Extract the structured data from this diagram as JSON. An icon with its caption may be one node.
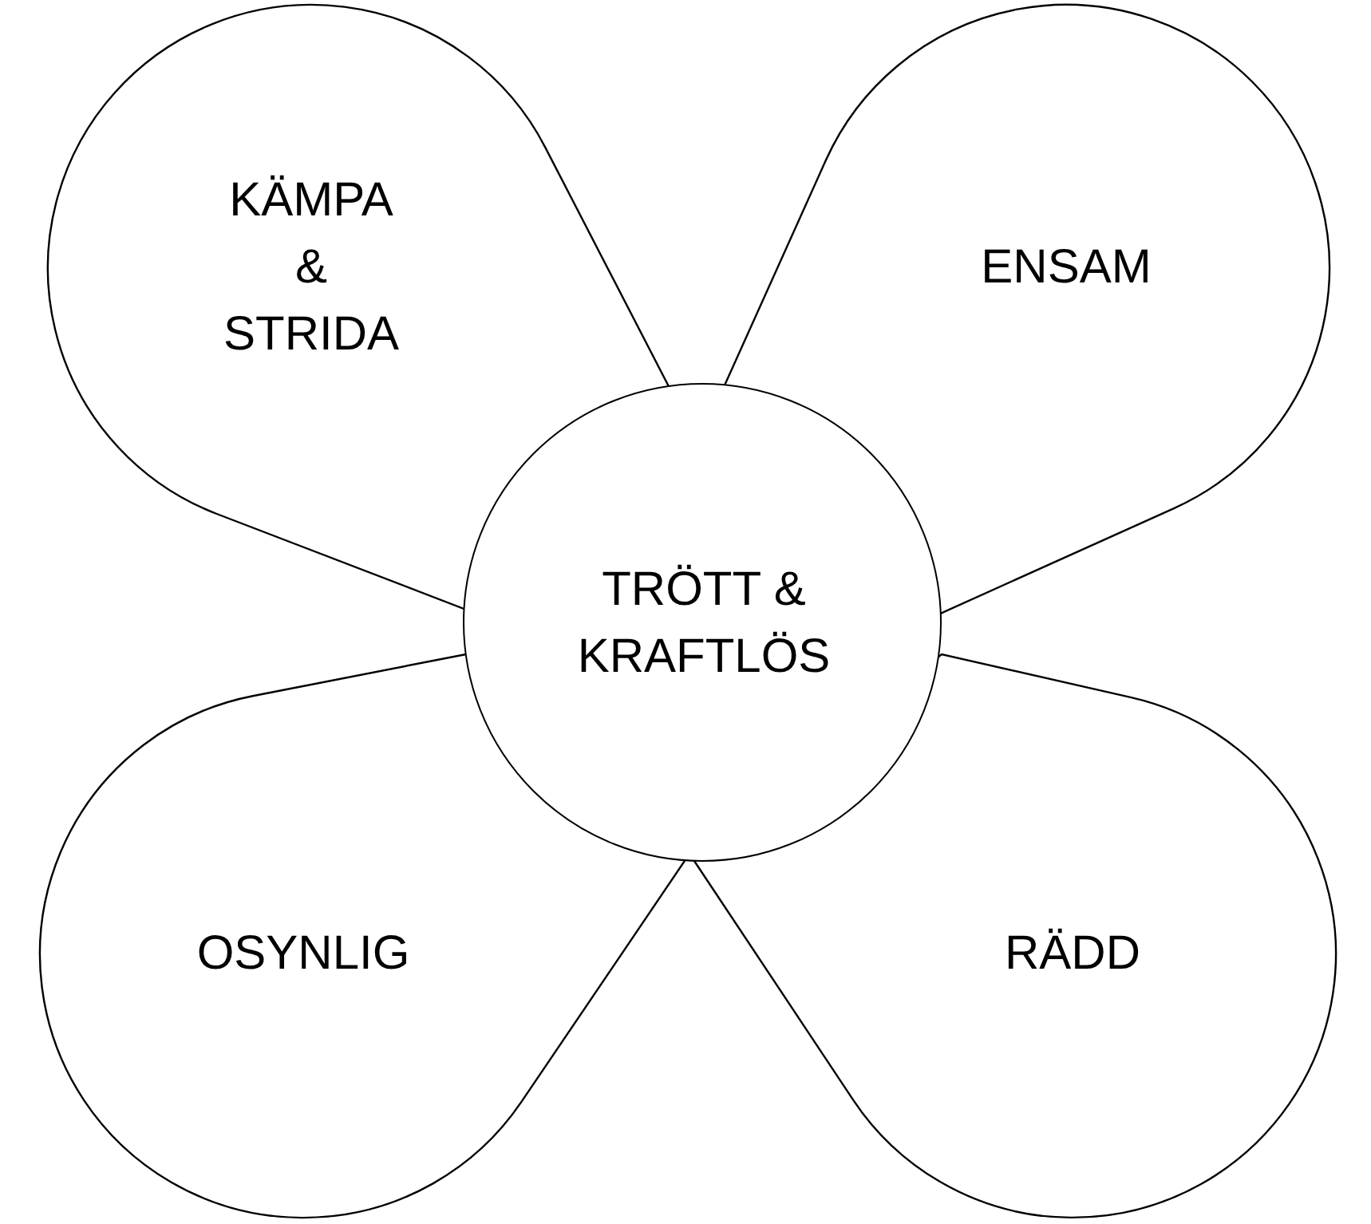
{
  "diagram": {
    "nodes": [
      {
        "text": [
          "KÄMPA & STRIDA"
        ]
      },
      {
        "text": [
          "ENSAM"
        ]
      },
      {
        "text": [
          "TRÖTT & KRAFTLÖS"
        ]
      },
      {
        "text": [
          "OSYNLIG"
        ]
      },
      {
        "text": [
          "RÄDD"
        ]
      }
    ]
  }
}
